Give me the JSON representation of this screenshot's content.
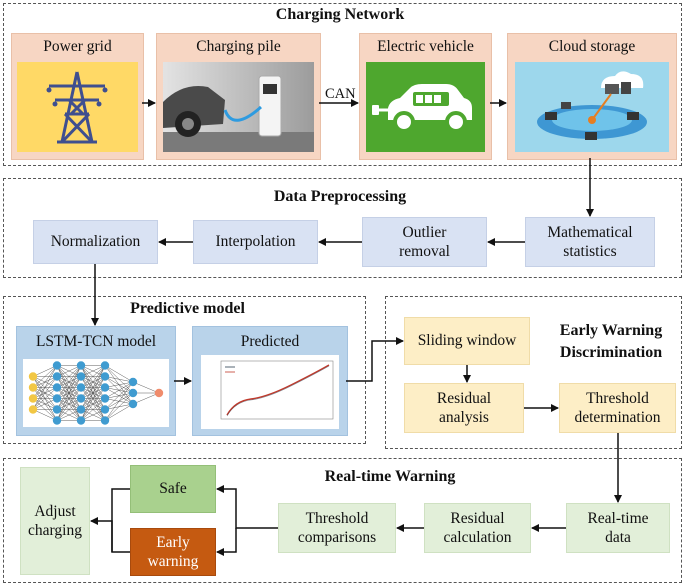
{
  "charging_network": {
    "title": "Charging Network",
    "power_grid": "Power grid",
    "charging_pile": "Charging pile",
    "electric_vehicle": "Electric vehicle",
    "cloud_storage": "Cloud storage",
    "can_label": "CAN"
  },
  "data_preprocessing": {
    "title": "Data Preprocessing",
    "normalization": "Normalization",
    "interpolation": "Interpolation",
    "outlier_removal": "Outlier removal",
    "mathematical_statistics": "Mathematical statistics"
  },
  "predictive_model": {
    "title": "Predictive model",
    "lstm_tcn": "LSTM-TCN model",
    "predicted": "Predicted"
  },
  "early_warning": {
    "title": "Early Warning Discrimination",
    "sliding_window": "Sliding window",
    "residual_analysis": "Residual analysis",
    "threshold_determination": "Threshold determination"
  },
  "realtime_warning": {
    "title": "Real-time Warning",
    "adjust_charging": "Adjust charging",
    "safe": "Safe",
    "early_warning": "Early warning",
    "threshold_comparisons": "Threshold comparisons",
    "residual_calculation": "Residual calculation",
    "realtime_data": "Real-time data"
  },
  "colors": {
    "safe_bg": "#a9d18e",
    "warning_bg": "#c55a11",
    "grid_bg": "#ffd966",
    "ev_bg": "#4ea72e",
    "cloud_bg": "#9dd7ec"
  }
}
